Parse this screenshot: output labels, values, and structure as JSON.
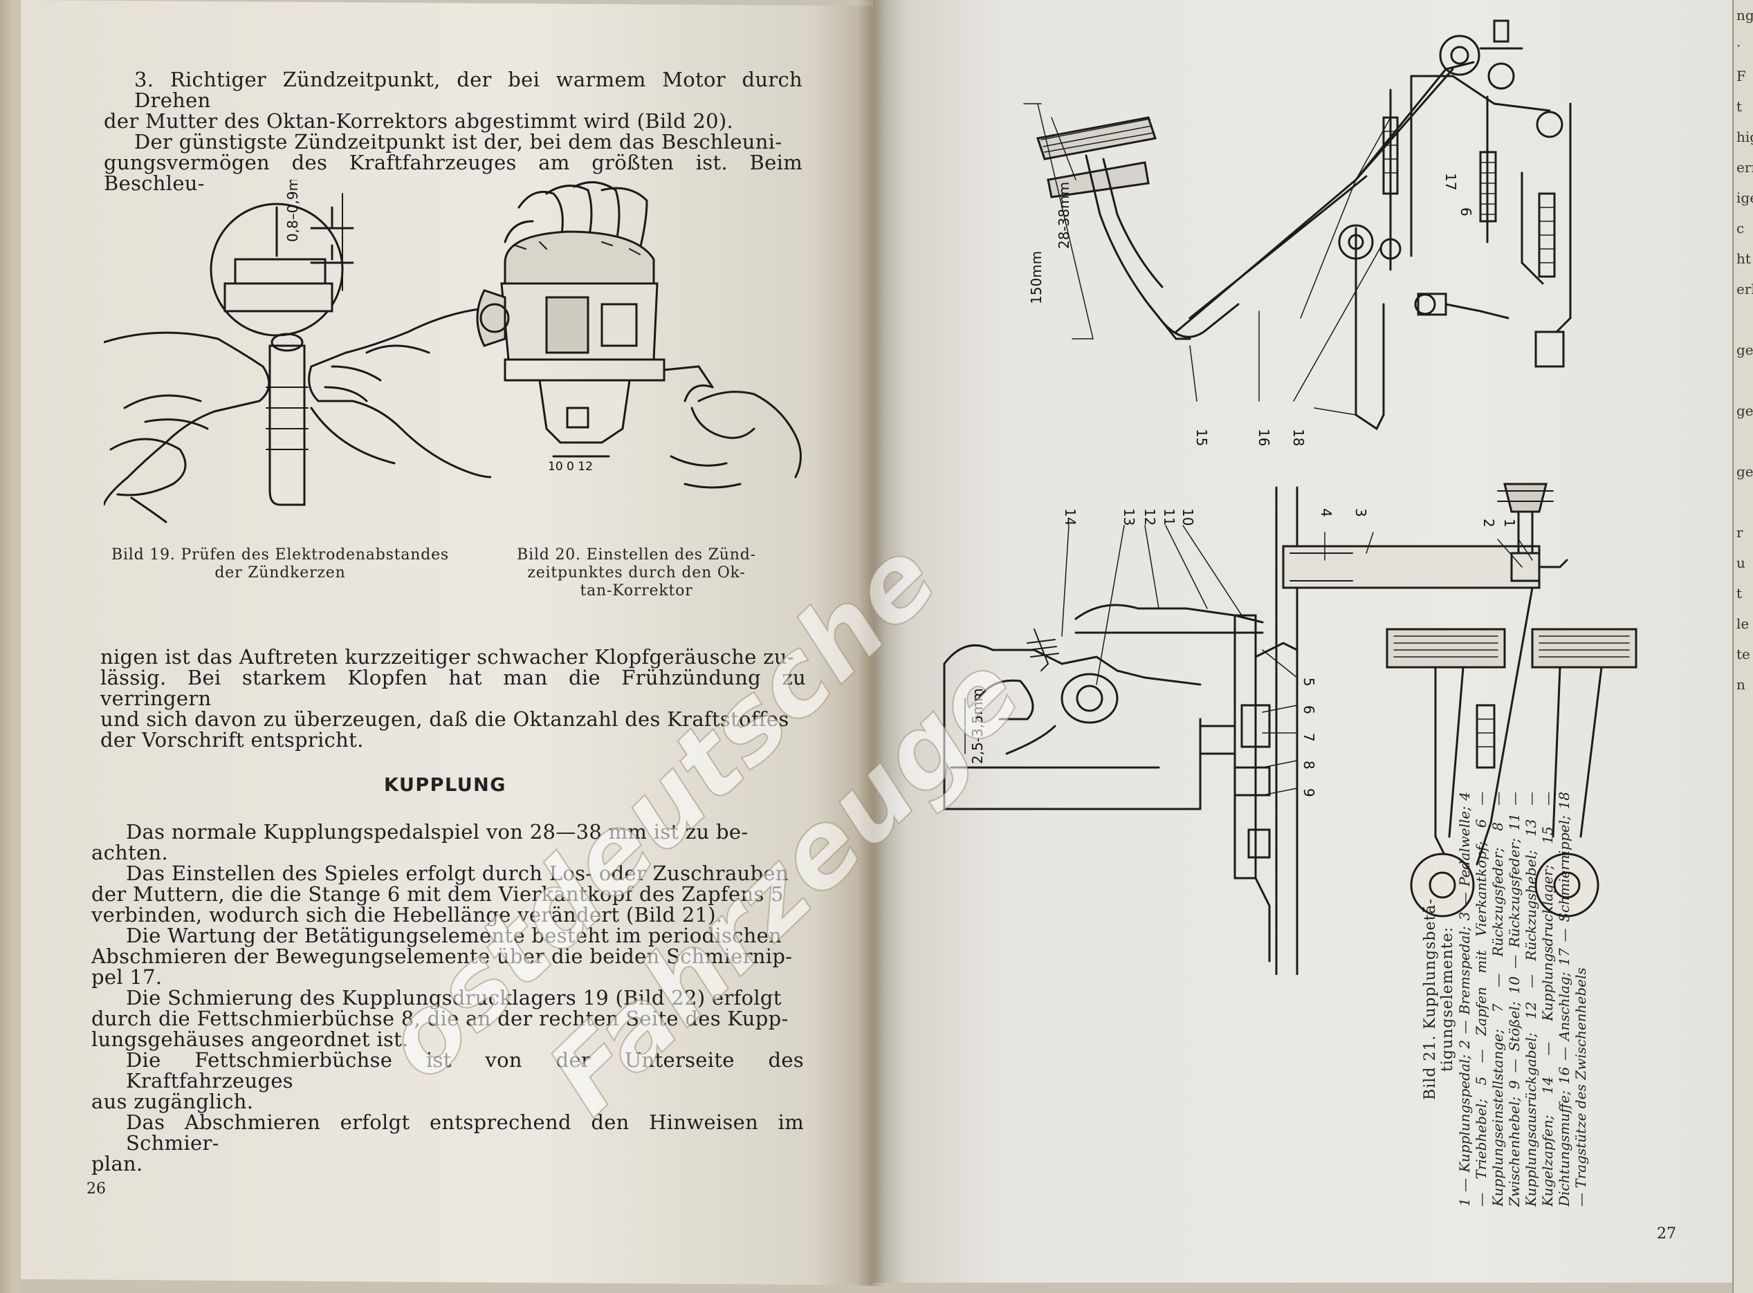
{
  "left_page": {
    "paragraph1": [
      "3. Richtiger Zündzeitpunkt, der bei warmem Motor durch Drehen",
      "der Mutter des Oktan-Korrektors abgestimmt wird (Bild 20).",
      "Der günstigste Zündzeitpunkt ist der, bei dem das Beschleuni-",
      "gungsvermögen des Kraftfahrzeuges am größten ist. Beim Beschleu-"
    ],
    "figure19": {
      "dimension_label": "0,8–0,9mm",
      "caption_line1": "Bild 19. Prüfen des Elektrodenabstandes",
      "caption_line2": "der Zündkerzen"
    },
    "figure20": {
      "scale_label": "10 0 12",
      "caption_line1": "Bild 20. Einstellen des Zünd-",
      "caption_line2": "zeitpunktes durch den Ok-",
      "caption_line3": "tan-Korrektor"
    },
    "paragraph2": [
      "nigen ist das Auftreten kurzzeitiger schwacher Klopfgeräusche zu-",
      "lässig. Bei starkem Klopfen hat man die Frühzündung zu verringern",
      "und sich davon zu überzeugen, daß die Oktanzahl des Kraftstoffes",
      "der Vorschrift entspricht."
    ],
    "heading": "KUPPLUNG",
    "paragraph3": [
      "Das normale Kupplungspedalspiel von 28—38 mm ist zu be-",
      "achten.",
      "Das Einstellen des Spieles erfolgt durch Los- oder Zuschrauben",
      "der Muttern, die die Stange 6 mit dem Vierkantkopf des Zapfens 5",
      "verbinden, wodurch sich die Hebellänge verändert (Bild 21).",
      "Die Wartung der Betätigungselemente besteht im periodischen",
      "Abschmieren der Bewegungselemente über die beiden Schmiernip-",
      "pel 17.",
      "Die Schmierung des Kupplungsdrucklagers 19 (Bild 22) erfolgt",
      "durch die Fettschmierbüchse 8, die an der rechten Seite des Kupp-",
      "lungsgehäuses angeordnet ist.",
      "Die Fettschmierbüchse ist von der Unterseite des Kraftfahrzeuges",
      "aus zugänglich.",
      "Das Abschmieren erfolgt entsprechend den Hinweisen im Schmier-",
      "plan."
    ],
    "page_number": "26"
  },
  "right_page": {
    "figure21": {
      "dim_150": "150mm",
      "dim_28_38": "28-38mm",
      "dim_2_5_3_5": "2,5-3,5mm",
      "callouts_top": [
        "15",
        "16",
        "18",
        "17",
        "6"
      ],
      "callouts_bottom": [
        "14",
        "13",
        "12",
        "11",
        "10",
        "4",
        "3",
        "2",
        "1"
      ],
      "callouts_side": [
        "5",
        "6",
        "7",
        "8",
        "9"
      ]
    },
    "caption": {
      "title_line1": "Bild 21. Kupplungsbetä-",
      "title_line2": "tigungselemente:",
      "body": "1 — Kupplungspedal; 2 — Bremspedal; 3 — Pedalwelle; 4 — Triebhebel; 5 — Zapfen mit Vierkantkopf; 6 — Kupplungseinstellstange; 7 — Rückzugsfeder; 8 — Zwischenhebel; 9 — Stößel; 10 — Rückzugsfeder; 11 — Kupplungsausrückgabel; 12 — Rückzugshebel; 13 — Kugelzapfen; 14 — Kupplungsdrucklager; 15 — Dichtungsmuffe; 16 — Anschlag; 17 — Schmiernippel; 18 — Tragstütze des Zwischenhebels"
    },
    "page_number": "27",
    "edge_letters": [
      "ng",
      "· F",
      "t",
      "hig",
      "err",
      "ige",
      "c",
      "ht",
      "erl",
      "",
      "ge",
      "",
      "ge",
      "",
      "ge",
      "",
      "r",
      "u",
      "t",
      "le",
      "te",
      "n"
    ]
  },
  "watermark": {
    "line1": "ostdeutsche",
    "line2": "Fahrzeuge"
  }
}
